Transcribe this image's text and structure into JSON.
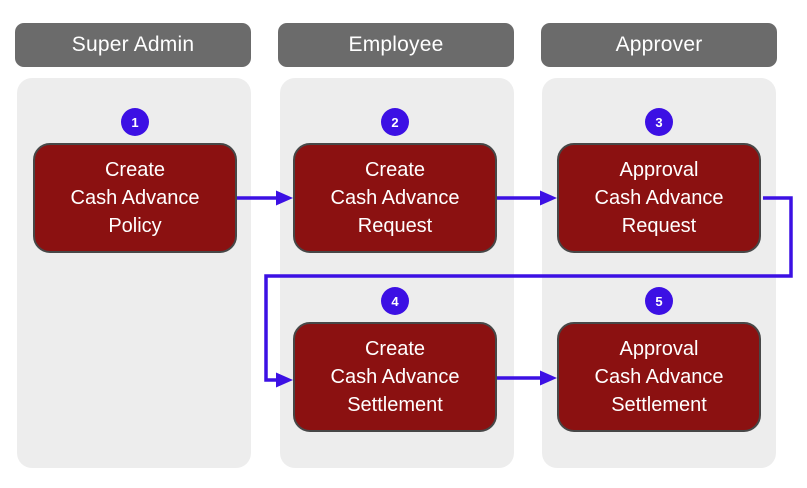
{
  "diagram": {
    "lanes": [
      {
        "label": "Super Admin"
      },
      {
        "label": "Employee"
      },
      {
        "label": "Approver"
      }
    ],
    "steps": [
      {
        "number": "1",
        "line1": "Create",
        "line2": "Cash Advance",
        "line3": "Policy",
        "lane": "Super Admin"
      },
      {
        "number": "2",
        "line1": "Create",
        "line2": "Cash Advance",
        "line3": "Request",
        "lane": "Employee"
      },
      {
        "number": "3",
        "line1": "Approval",
        "line2": "Cash Advance",
        "line3": "Request",
        "lane": "Approver"
      },
      {
        "number": "4",
        "line1": "Create",
        "line2": "Cash Advance",
        "line3": "Settlement",
        "lane": "Employee"
      },
      {
        "number": "5",
        "line1": "Approval",
        "line2": "Cash Advance",
        "line3": "Settlement",
        "lane": "Approver"
      }
    ],
    "connections": [
      {
        "from": "1",
        "to": "2"
      },
      {
        "from": "2",
        "to": "3"
      },
      {
        "from": "3",
        "to": "4"
      },
      {
        "from": "4",
        "to": "5"
      }
    ],
    "colors": {
      "box_fill": "#8b1111",
      "box_border": "#474747",
      "header_fill": "#6b6b6b",
      "lane_fill": "#ededed",
      "accent": "#3c10e4",
      "text": "#ffffff"
    }
  }
}
